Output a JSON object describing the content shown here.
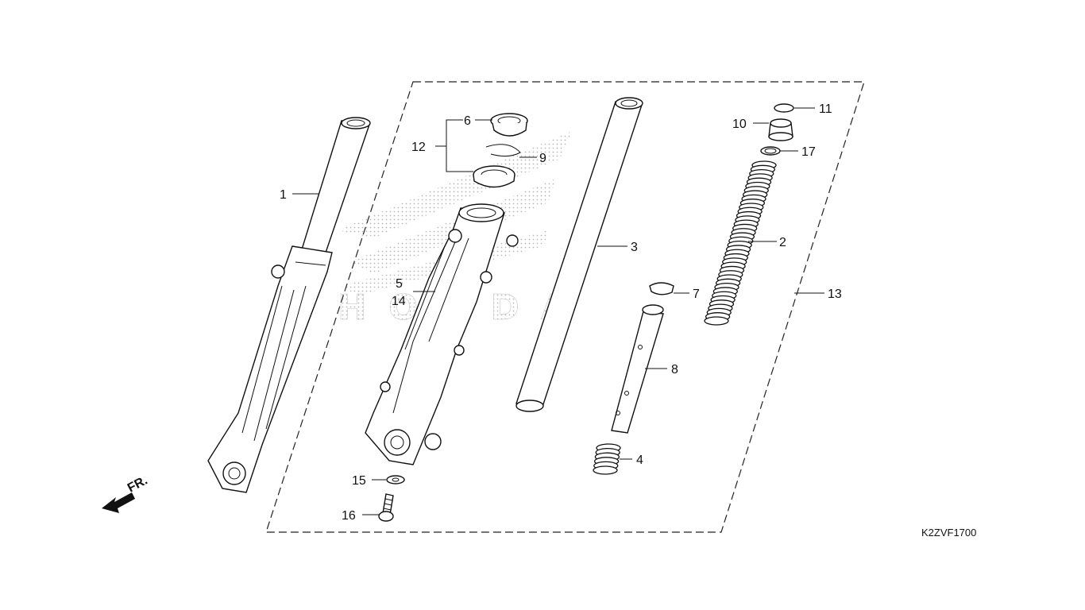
{
  "diagram_code": "K2ZVF1700",
  "direction_label": "FR.",
  "watermark_brand": "HONDA",
  "callouts": {
    "c1": "1",
    "c2": "2",
    "c3": "3",
    "c4": "4",
    "c5": "5",
    "c6": "6",
    "c7": "7",
    "c8": "8",
    "c9": "9",
    "c10": "10",
    "c11": "11",
    "c12": "12",
    "c13": "13",
    "c14": "14",
    "c15": "15",
    "c16": "16",
    "c17": "17"
  },
  "colors": {
    "line": "#111111",
    "background": "#ffffff",
    "watermark": "#c8c8c8"
  }
}
